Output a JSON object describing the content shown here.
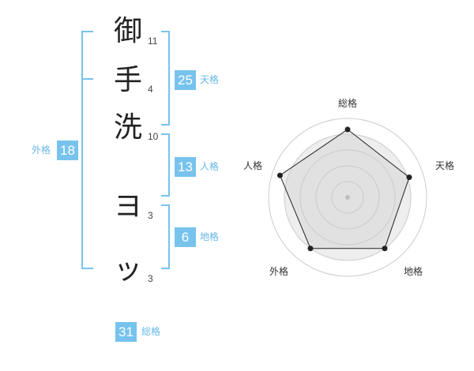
{
  "name": {
    "characters": [
      {
        "char": "御",
        "strokes": "11"
      },
      {
        "char": "手",
        "strokes": "4"
      },
      {
        "char": "洗",
        "strokes": "10"
      },
      {
        "char": "ヨ",
        "strokes": "3"
      },
      {
        "char": "ッ",
        "strokes": "3"
      }
    ]
  },
  "kakusu": {
    "tenkaku": {
      "value": "25",
      "label": "天格"
    },
    "jinkaku": {
      "value": "13",
      "label": "人格"
    },
    "chikaku": {
      "value": "6",
      "label": "地格"
    },
    "gaikaku": {
      "value": "18",
      "label": "外格"
    },
    "soukaku": {
      "value": "31",
      "label": "総格"
    }
  },
  "radar": {
    "axes": [
      "総格",
      "天格",
      "地格",
      "外格",
      "人格"
    ],
    "values": [
      0.86,
      0.82,
      0.8,
      0.8,
      0.9
    ],
    "colors": {
      "bracket": "#77c3ee",
      "badge": "#77c3ee",
      "line": "#222222",
      "fill": "#eeeeee"
    }
  }
}
